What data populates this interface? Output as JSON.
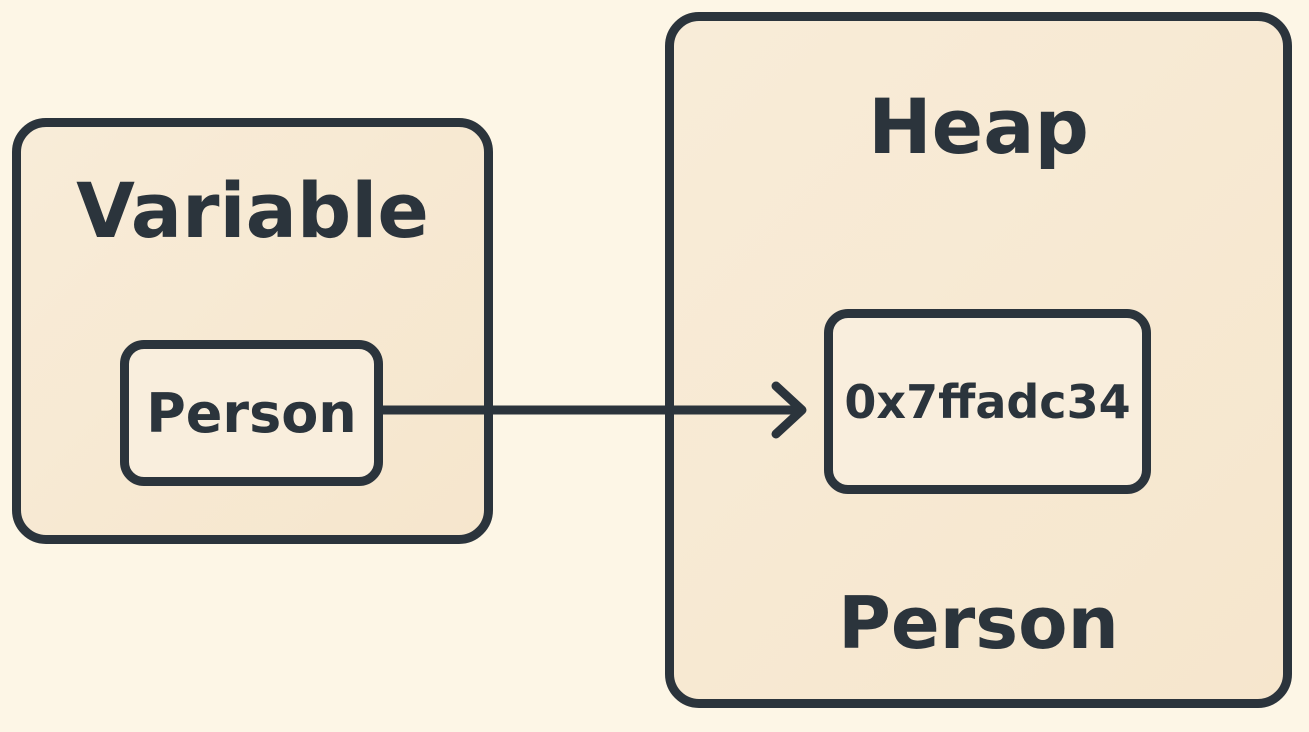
{
  "diagram": {
    "variable": {
      "title": "Variable",
      "reference_label": "Person"
    },
    "heap": {
      "title": "Heap",
      "address": "0x7ffadc34",
      "object_label": "Person"
    },
    "colors": {
      "background": "#fdf6e6",
      "box_fill": "#f7e9d3",
      "stroke": "#2b343c",
      "text": "#2b343c"
    }
  }
}
